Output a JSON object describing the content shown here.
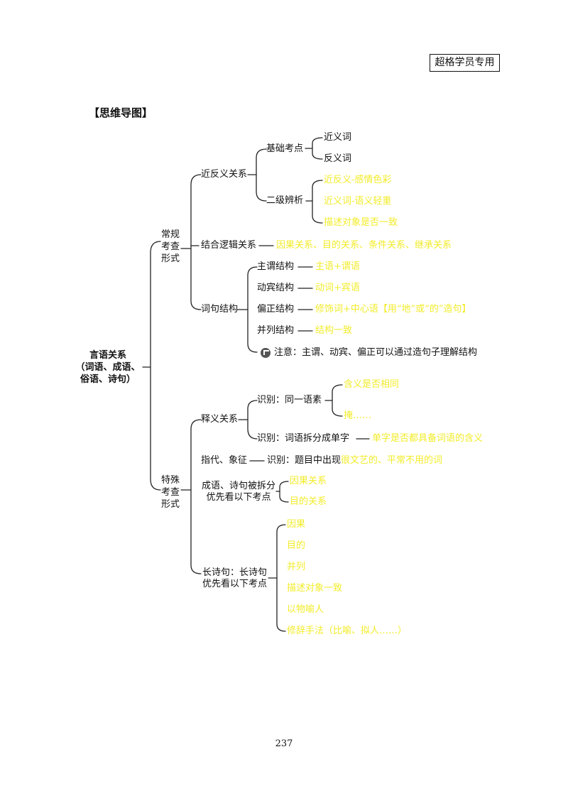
{
  "stamp": "超格学员专用",
  "heading": "【思维导图】",
  "root": [
    "言语关系",
    "（词语、成语、",
    "俗语、诗句）"
  ],
  "group_regular": [
    "常规",
    "考查",
    "形式"
  ],
  "group_special": [
    "特殊",
    "考查",
    "形式"
  ],
  "regular": {
    "synonym_antonym": {
      "label": "近反义关系",
      "basic": {
        "label": "基础考点",
        "items": [
          "近义词",
          "反义词"
        ]
      },
      "secondary": {
        "label": "二级辨析",
        "items": [
          "近反义-感情色彩",
          "近义词-语义轻重",
          "描述对象是否一致"
        ]
      }
    },
    "logic": {
      "label": "结合逻辑关系",
      "detail": "因果关系、目的关系、条件关系、继承关系"
    },
    "structure": {
      "label": "词句结构",
      "items": [
        {
          "label": "主谓结构",
          "detail": "主语+谓语"
        },
        {
          "label": "动宾结构",
          "detail": "动词+宾语"
        },
        {
          "label": "偏正结构",
          "detail": "修饰词+中心语【用“地”或“的”造句】"
        },
        {
          "label": "并列结构",
          "detail": "结构一致"
        }
      ],
      "note": "注意：主谓、动宾、偏正可以通过造句子理解结构"
    }
  },
  "special": {
    "interpretation": {
      "label": "释义关系",
      "same_morpheme": {
        "label": "识别：同一语素",
        "items": [
          "含义是否相同",
          "掩……"
        ]
      },
      "split": {
        "label": "识别：词语拆分成单字",
        "detail": "单字是否都具备词语的含义"
      }
    },
    "symbol": {
      "label": "指代、象征",
      "detail_black": "识别：题目中出现",
      "detail_yellow": "很文艺的、平常不用的词"
    },
    "idiom": {
      "label": [
        "成语、诗句被拆分",
        "优先看以下考点"
      ],
      "items": [
        "因果关系",
        "目的关系"
      ]
    },
    "poem": {
      "label": [
        "长诗句：长诗句",
        "优先看以下考点"
      ],
      "items": [
        "因果",
        "目的",
        "并列",
        "描述对象一致",
        "以物喻人",
        "修辞手法（比喻、拟人……）"
      ]
    }
  },
  "page_number": "237",
  "colors": {
    "highlight": "#f2ec2a",
    "text": "#111111",
    "line": "#222222"
  }
}
